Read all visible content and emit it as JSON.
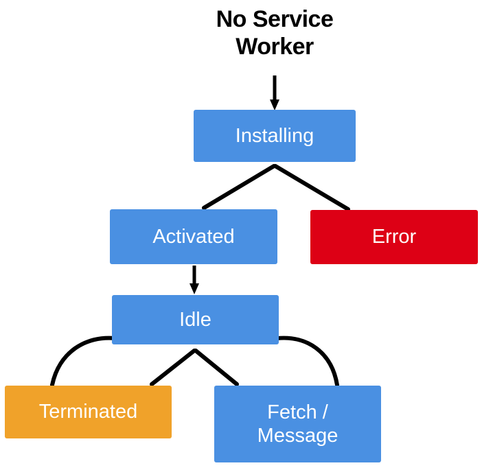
{
  "diagram": {
    "title_node": {
      "id": "no-service-worker",
      "label": "No Service\nWorker",
      "text_color": "#000000"
    },
    "colors": {
      "blue": "#4a90e2",
      "red": "#dd0015",
      "orange": "#f0a22a",
      "edge": "#000000",
      "background": "#ffffff",
      "node_text": "#ffffff"
    },
    "nodes": [
      {
        "id": "installing",
        "label": "Installing",
        "color": "#4a90e2"
      },
      {
        "id": "activated",
        "label": "Activated",
        "color": "#4a90e2"
      },
      {
        "id": "error",
        "label": "Error",
        "color": "#dd0015"
      },
      {
        "id": "idle",
        "label": "Idle",
        "color": "#4a90e2"
      },
      {
        "id": "terminated",
        "label": "Terminated",
        "color": "#f0a22a"
      },
      {
        "id": "fetch-message",
        "label": "Fetch /\nMessage",
        "color": "#4a90e2"
      }
    ],
    "edges": [
      {
        "id": "edge-no-service-worker-to-installing",
        "from": "no-service-worker",
        "to": "installing",
        "kind": "straight-arrow"
      },
      {
        "id": "edge-installing-to-activated",
        "from": "installing",
        "to": "activated",
        "kind": "diagonal"
      },
      {
        "id": "edge-installing-to-error",
        "from": "installing",
        "to": "error",
        "kind": "diagonal"
      },
      {
        "id": "edge-activated-to-idle",
        "from": "activated",
        "to": "idle",
        "kind": "straight-arrow"
      },
      {
        "id": "edge-idle-to-terminated-curve",
        "from": "idle",
        "to": "terminated",
        "kind": "curve"
      },
      {
        "id": "edge-idle-to-terminated-diagonal",
        "from": "idle",
        "to": "terminated",
        "kind": "diagonal"
      },
      {
        "id": "edge-idle-to-fetch-message-diagonal",
        "from": "idle",
        "to": "fetch-message",
        "kind": "diagonal"
      },
      {
        "id": "edge-idle-to-fetch-message-curve",
        "from": "idle",
        "to": "fetch-message",
        "kind": "curve"
      }
    ]
  }
}
